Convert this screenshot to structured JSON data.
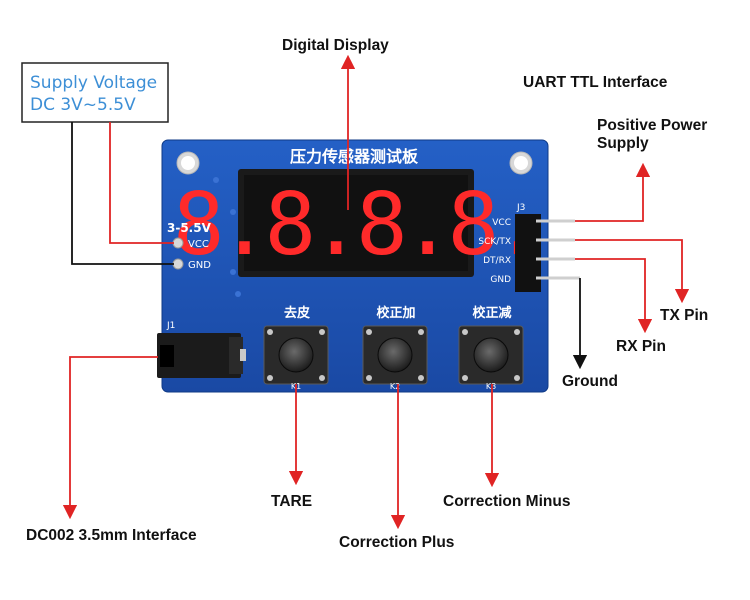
{
  "supply_box": {
    "line1": "Supply Voltage",
    "line2": "DC 3V~5.5V"
  },
  "labels": {
    "digital_display": "Digital Display",
    "uart": "UART TTL Interface",
    "positive_power_1": "Positive Power",
    "positive_power_2": "Supply",
    "tx_pin": "TX Pin",
    "rx_pin": "RX Pin",
    "ground": "Ground",
    "tare": "TARE",
    "correction_minus": "Correction Minus",
    "correction_plus": "Correction Plus",
    "dc002": "DC002 3.5mm Interface"
  },
  "board": {
    "title": "压力传感器测试板",
    "display_digits": "8.8.8.8.",
    "power_label": "3-5.5V",
    "vcc": "VCC",
    "gnd": "GND",
    "j1": "J1",
    "j3": "J3",
    "header_pins": [
      "VCC",
      "SCK/TX",
      "DT/RX",
      "GND"
    ],
    "buttons": [
      {
        "label": "去皮",
        "id": "K1"
      },
      {
        "label": "校正加",
        "id": "K2"
      },
      {
        "label": "校正减",
        "id": "K3"
      }
    ]
  },
  "colors": {
    "board": "#1d52b4",
    "arrow_red": "#e02424",
    "arrow_black": "#111111",
    "display_red": "#ff2a2a",
    "label_blue": "#3d8fd6"
  }
}
